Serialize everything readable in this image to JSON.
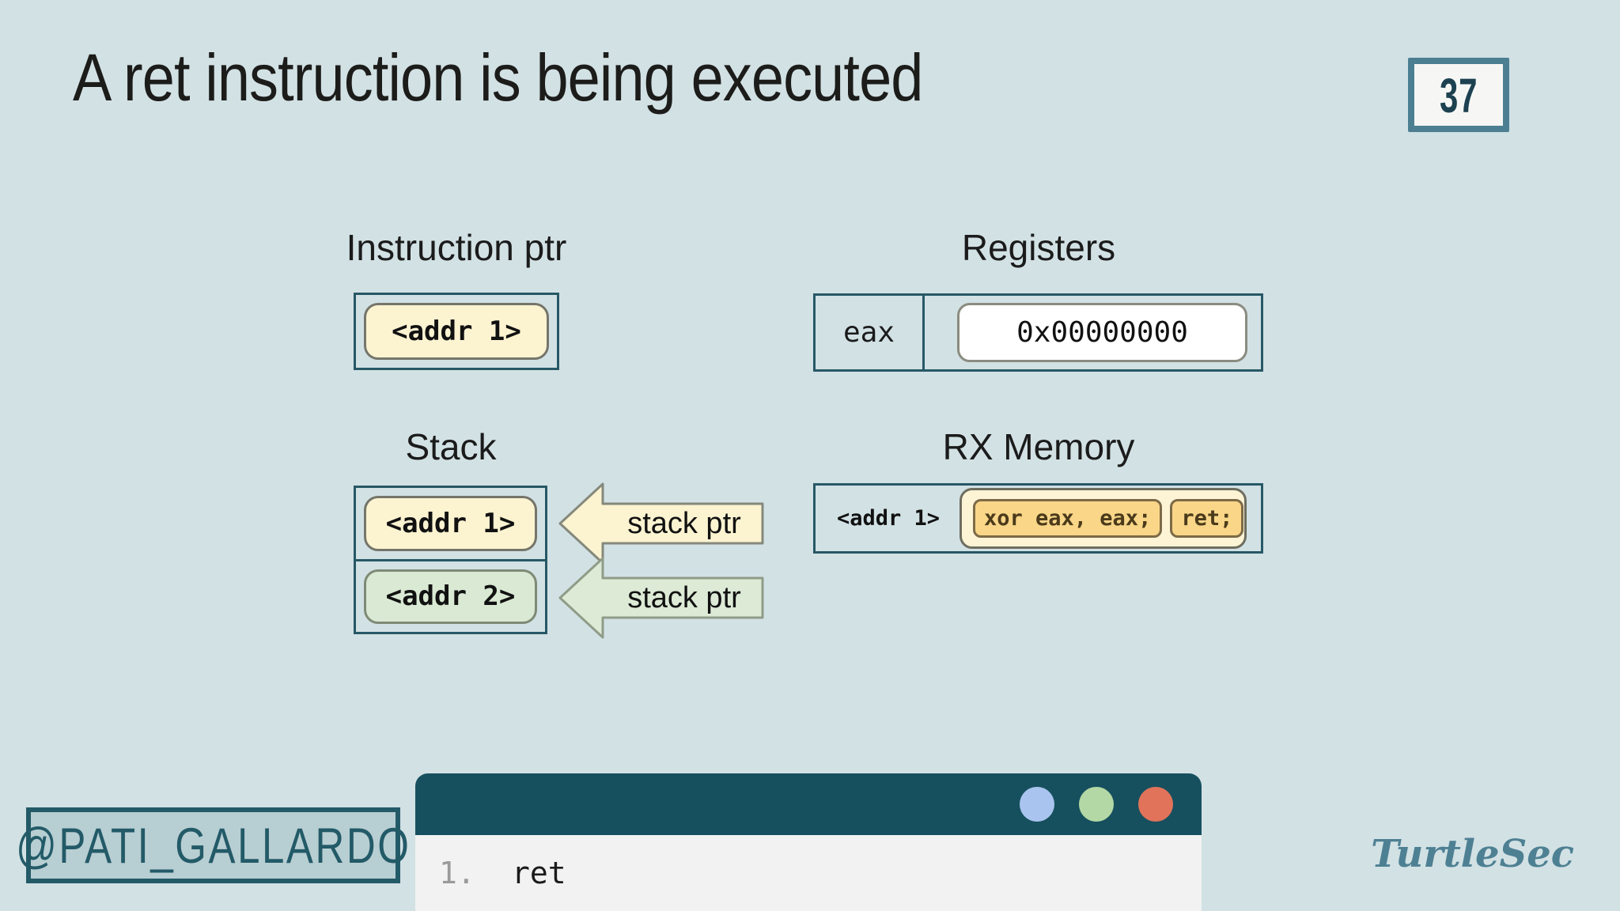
{
  "slide": {
    "title": "A ret instruction is being executed",
    "page_number": "37"
  },
  "instruction_ptr": {
    "heading": "Instruction ptr",
    "value": "<addr 1>"
  },
  "registers": {
    "heading": "Registers",
    "rows": [
      {
        "name": "eax",
        "value": "0x00000000"
      }
    ]
  },
  "stack": {
    "heading": "Stack",
    "cells": [
      {
        "value": "<addr 1>",
        "fill": "#fcf3d1"
      },
      {
        "value": "<addr 2>",
        "fill": "#d9e9d3"
      }
    ],
    "pointers": [
      {
        "label": "stack ptr",
        "fill": "#fcf3d1",
        "stroke": "#85897c"
      },
      {
        "label": "stack ptr",
        "fill": "#dcead6",
        "stroke": "#8f9c88"
      }
    ]
  },
  "rx_memory": {
    "heading": "RX Memory",
    "address": "<addr 1>",
    "instructions": [
      {
        "code": "xor eax, eax;"
      },
      {
        "code": "ret;"
      }
    ]
  },
  "terminal": {
    "buttons": [
      {
        "name": "blue",
        "color": "#a9c4ee"
      },
      {
        "name": "green",
        "color": "#b4d8a5"
      },
      {
        "name": "red",
        "color": "#e0735a"
      }
    ],
    "lines": [
      {
        "number": "1.",
        "code": "ret"
      }
    ]
  },
  "footer": {
    "handle": "@PATI_GALLARDO",
    "brand": "TurtleSec"
  },
  "colors": {
    "background": "#d2e1e4",
    "teal_border": "#275866",
    "badge_border": "#4b7f91",
    "badge_fill": "#f6f7f5",
    "yellow_fill": "#fcf3d1",
    "green_fill": "#d9e9d3",
    "cream_fill": "#fdf4d6",
    "orange_fill": "#f9d688",
    "orange_text": "#4b3a1a",
    "terminal_titlebar": "#16505e",
    "terminal_body": "#f1f2f1",
    "handle_fill": "#b7ced2",
    "handle_text": "#235a68",
    "brand_text": "#4e8093"
  }
}
